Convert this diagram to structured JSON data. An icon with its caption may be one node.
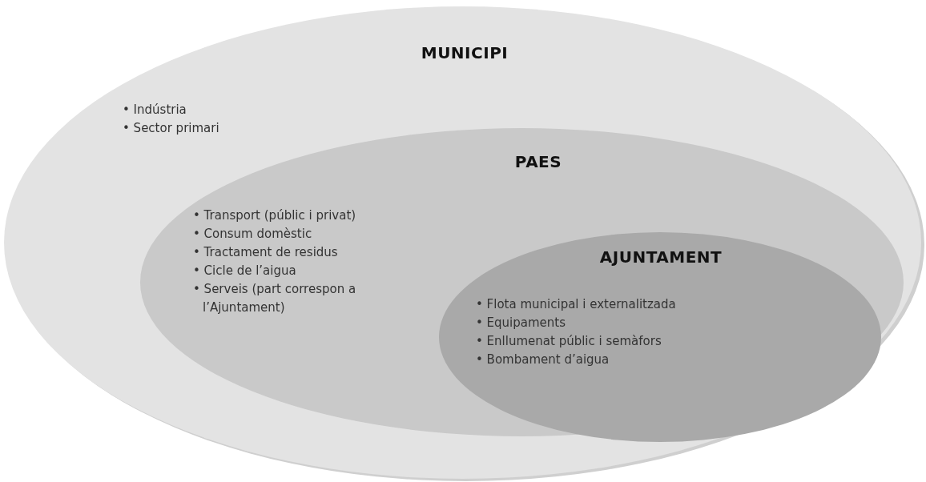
{
  "diagram": {
    "nodes": [
      {
        "text": [
          "MUNICIPI",
          "• Indústria",
          "• Sector primari"
        ]
      },
      {
        "text": [
          "PAES",
          "• Transport (públic i privat)",
          "• Consum domèstic",
          "• Tractament de residus",
          "• Cicle de l’aigua",
          "• Serveis (part correspon a l’Ajuntament)"
        ],
        "in": 0
      },
      {
        "text": [
          "AJUNTAMENT",
          "• Flota municipal i externalitzada",
          "• Equipaments",
          "• Enllumenat públic i semàfors",
          "• Bombament d’aigua"
        ],
        "in": 1
      }
    ]
  }
}
